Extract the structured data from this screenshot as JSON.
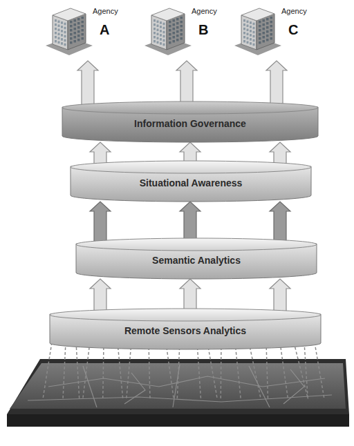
{
  "diagram": {
    "nodes": [
      {
        "text": [
          "Agency",
          "A"
        ]
      },
      {
        "text": [
          "Agency",
          "B"
        ]
      },
      {
        "text": [
          "Agency",
          "C"
        ]
      },
      {
        "text": [
          "Information Governance"
        ]
      },
      {
        "text": [
          "Situational Awareness"
        ]
      },
      {
        "text": [
          "Semantic Analytics"
        ]
      },
      {
        "text": [
          "Remote Sensors Analytics"
        ]
      }
    ],
    "edges": [
      {
        "from": 3,
        "to": 0,
        "arrow": "to"
      },
      {
        "from": 3,
        "to": 1,
        "arrow": "to"
      },
      {
        "from": 3,
        "to": 2,
        "arrow": "to"
      },
      {
        "from": 4,
        "to": 3,
        "arrow": "to"
      },
      {
        "from": 4,
        "to": 3,
        "arrow": "to"
      },
      {
        "from": 4,
        "to": 3,
        "arrow": "to"
      },
      {
        "from": 5,
        "to": 4,
        "arrow": "to"
      },
      {
        "from": 5,
        "to": 4,
        "arrow": "to"
      },
      {
        "from": 5,
        "to": 4,
        "arrow": "to"
      },
      {
        "from": 6,
        "to": 5,
        "arrow": "to"
      },
      {
        "from": 6,
        "to": 5,
        "arrow": "to"
      },
      {
        "from": 6,
        "to": 5,
        "arrow": "to"
      }
    ]
  }
}
